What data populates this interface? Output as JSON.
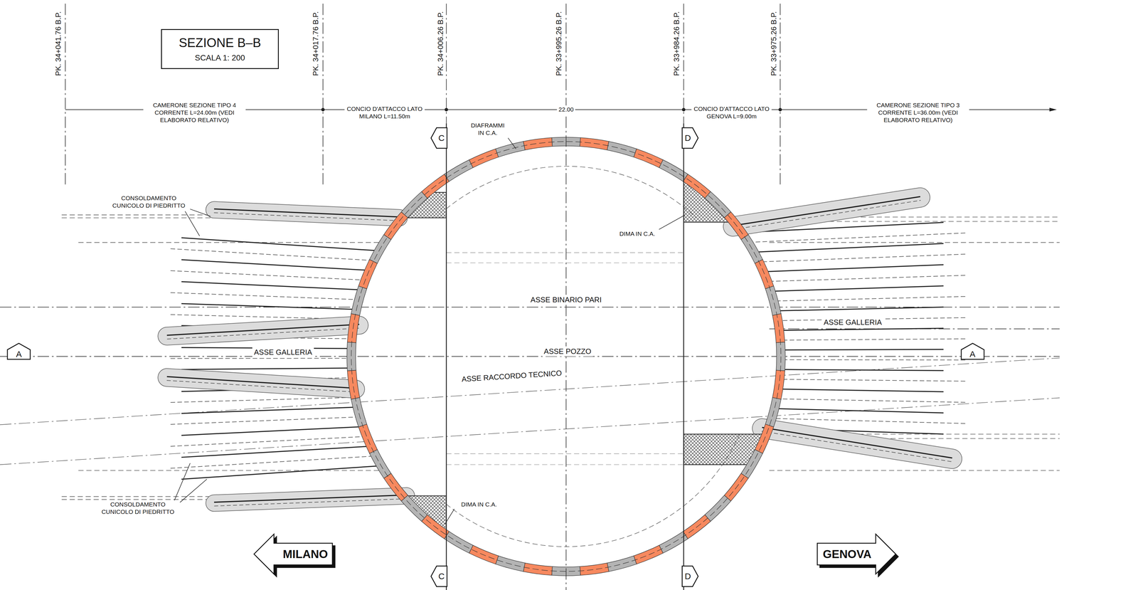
{
  "diagram": {
    "nodes": [
      {
        "text": [
          "SEZIONE B–B",
          "SCALA 1: 200"
        ]
      },
      {
        "text": [
          "C"
        ]
      },
      {
        "text": [
          "D"
        ]
      },
      {
        "text": [
          "A"
        ]
      },
      {
        "text": [
          "A"
        ]
      },
      {
        "text": [
          "MILANO"
        ]
      },
      {
        "text": [
          "C"
        ]
      },
      {
        "text": [
          "D"
        ]
      },
      {
        "text": [
          "GENOVA"
        ]
      }
    ],
    "labels": [
      "PK. 34+041.76 B.P.",
      "PK. 34+017.76 B.P.",
      "PK. 34+006.26 B.P.",
      "PK. 33+995.26 B.P.",
      "PK. 33+984.26 B.P.",
      "PK. 33+975.26 B.P.",
      "CAMERONE SEZIONE TIPO 4 CORRENTE L=24.00m (VEDI ELABORATO RELATIVO)",
      "CONCIO D'ATTACCO LATO MILANO L=11.50m",
      "22.00",
      "CONCIO D'ATTACCO LATO GENOVA L=9.00m",
      "CAMERONE SEZIONE TIPO 3 CORRENTE L=36.00m (VEDI ELABORATO RELATIVO)",
      "DIAFRAMMI IN C.A.",
      "CONSOLDAMENTO CUNICOLO DI PIEDRITTO",
      "DIMA IN C.A.",
      "ASSE BINARIO PARI",
      "ASSE GALLERIA",
      "ASSE GALLERIA",
      "ASSE POZZO",
      "ASSE RACCORDO TECNICO",
      "CONSOLDAMENTO CUNICOLO DI PIEDRITTO",
      "DIMA IN C.A."
    ]
  }
}
